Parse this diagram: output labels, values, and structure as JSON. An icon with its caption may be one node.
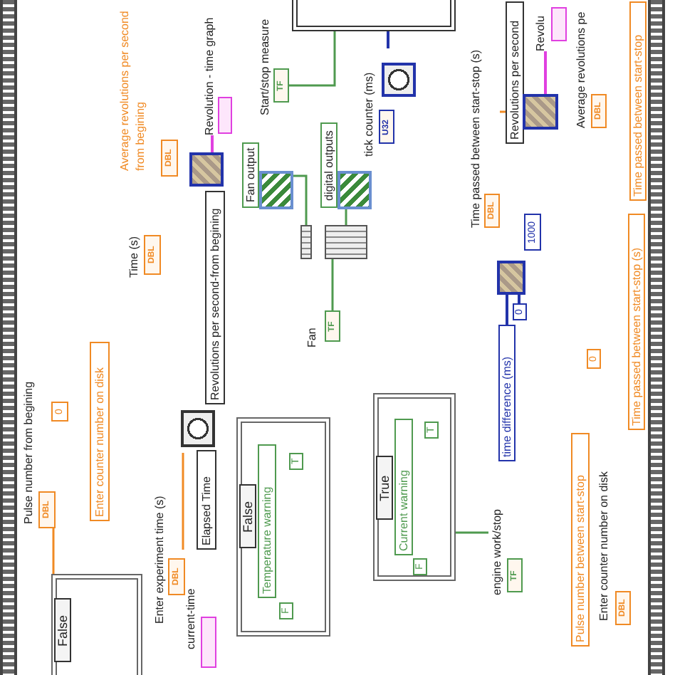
{
  "diagram": {
    "nodes": [
      {
        "text": [
          "Average revolutions per second from begining",
          "DBL"
        ]
      },
      {
        "text": [
          "Revolution - time graph"
        ]
      },
      {
        "text": [],
        "shape": "box"
      },
      {
        "text": [
          "Time (s)",
          "DBL"
        ]
      },
      {
        "text": [
          "Revolutions per second-from begining"
        ]
      },
      {
        "text": [
          "Pulse number from begining",
          "DBL"
        ]
      },
      {
        "text": [
          "Enter counter number on disk"
        ]
      },
      {
        "text": [
          "Enter experiment time (s)",
          "DBL"
        ]
      },
      {
        "text": [
          "current-time"
        ]
      },
      {
        "text": [
          "Elapsed Time"
        ]
      },
      {
        "text": [
          "False"
        ]
      },
      {
        "text": [
          "0"
        ]
      },
      {
        "text": [
          "Start/stop measure",
          "TF"
        ]
      },
      {
        "text": [],
        "shape": "box"
      },
      {
        "text": [
          "tick counter (ms)",
          "U32"
        ]
      },
      {
        "text": [
          "Fan output"
        ]
      },
      {
        "text": [
          "digital outputs"
        ]
      },
      {
        "text": [],
        "shape": "box"
      },
      {
        "text": [],
        "shape": "box"
      },
      {
        "text": [
          "Fan",
          "TF"
        ]
      },
      {
        "text": [
          "False"
        ]
      },
      {
        "text": [
          "Temperature warning"
        ],
        "in": 20
      },
      {
        "text": [
          "T"
        ],
        "in": 20
      },
      {
        "text": [
          "F"
        ],
        "in": 20
      },
      {
        "text": [
          "True"
        ]
      },
      {
        "text": [
          "Current warning"
        ],
        "in": 24
      },
      {
        "text": [
          "T"
        ],
        "in": 24
      },
      {
        "text": [
          "F"
        ],
        "in": 24
      },
      {
        "text": [
          "engine work/stop",
          "TF"
        ]
      },
      {
        "text": [
          "Time passed between start-stop (s)",
          "DBL"
        ]
      },
      {
        "text": [
          "Revolutions per second"
        ]
      },
      {
        "text": [],
        "shape": "box"
      },
      {
        "text": [
          "Revolu"
        ]
      },
      {
        "text": [
          "Average revolutions pe",
          "DBL"
        ]
      },
      {
        "text": [
          "1000"
        ]
      },
      {
        "text": [],
        "shape": "box"
      },
      {
        "text": [
          "0"
        ]
      },
      {
        "text": [
          "time difference (ms)"
        ]
      },
      {
        "text": [
          "Pulse number between start-stop"
        ]
      },
      {
        "text": [
          "Enter counter number on disk",
          "DBL"
        ]
      },
      {
        "text": [
          "0"
        ]
      },
      {
        "text": [
          "Time passed between start-stop"
        ]
      },
      {
        "text": [
          "Time passed between start-stop (s)"
        ]
      }
    ],
    "edges": [
      {
        "from": 1,
        "to": 2,
        "arrow": "none",
        "color": "#e040e0"
      },
      {
        "from": 5,
        "to": 10,
        "arrow": "none",
        "color": "#f08a24"
      },
      {
        "from": 7,
        "to": 9,
        "arrow": "none",
        "color": "#f08a24"
      },
      {
        "from": 12,
        "to": 13,
        "arrow": "none"
      },
      {
        "from": 14,
        "to": 13,
        "arrow": "none",
        "color": "#2233aa"
      },
      {
        "from": 15,
        "to": 17,
        "arrow": "none"
      },
      {
        "from": 16,
        "to": 18,
        "arrow": "none"
      },
      {
        "from": 19,
        "to": 18,
        "arrow": "none"
      },
      {
        "from": 28,
        "to": 24,
        "arrow": "none"
      },
      {
        "from": 32,
        "to": 31,
        "arrow": "none",
        "color": "#e040e0"
      },
      {
        "from": 29,
        "to": 31,
        "arrow": "none",
        "color": "#f08a24"
      },
      {
        "from": 35,
        "to": 36,
        "arrow": "none",
        "color": "#2233aa"
      },
      {
        "from": 35,
        "to": 37,
        "arrow": "none",
        "color": "#2233aa"
      }
    ]
  }
}
